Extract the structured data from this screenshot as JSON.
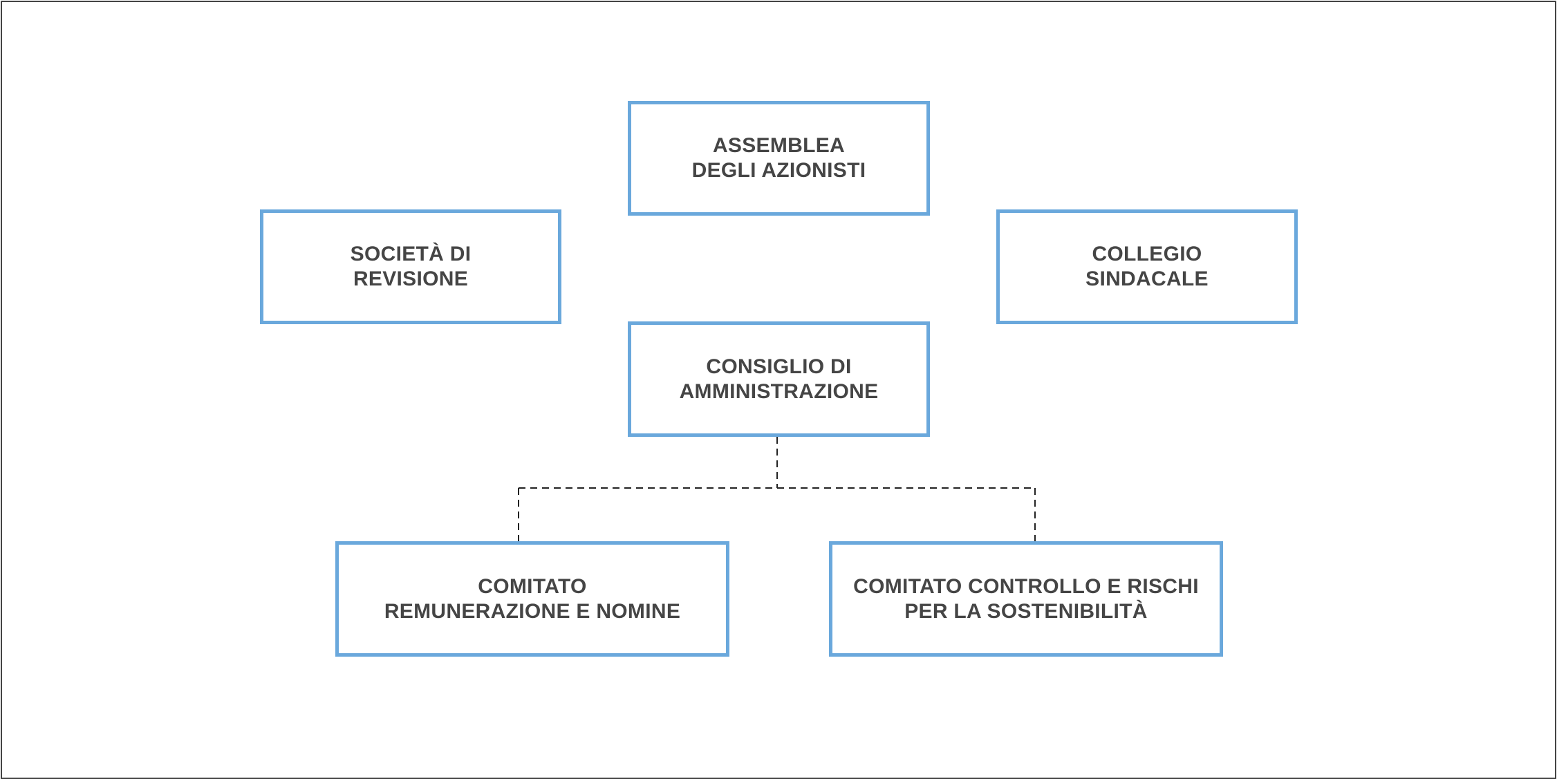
{
  "colors": {
    "box_border": "#6aa8dc",
    "text": "#454545",
    "connector": "#222222",
    "frame": "#444444"
  },
  "nodes": {
    "assemblea": {
      "line1": "ASSEMBLEA",
      "line2": "DEGLI AZIONISTI"
    },
    "societa_revisione": {
      "line1": "SOCIETÀ DI",
      "line2": "REVISIONE"
    },
    "collegio_sindacale": {
      "line1": "COLLEGIO",
      "line2": "SINDACALE"
    },
    "consiglio": {
      "line1": "CONSIGLIO DI",
      "line2": "AMMINISTRAZIONE"
    },
    "comitato_remunerazione": {
      "line1": "COMITATO",
      "line2": "REMUNERAZIONE E NOMINE"
    },
    "comitato_controllo": {
      "line1": "COMITATO CONTROLLO E RISCHI",
      "line2": "PER LA SOSTENIBILITÀ"
    }
  },
  "edges": [
    {
      "from": "consiglio",
      "to": "comitato_remunerazione",
      "style": "dashed"
    },
    {
      "from": "consiglio",
      "to": "comitato_controllo",
      "style": "dashed"
    }
  ]
}
